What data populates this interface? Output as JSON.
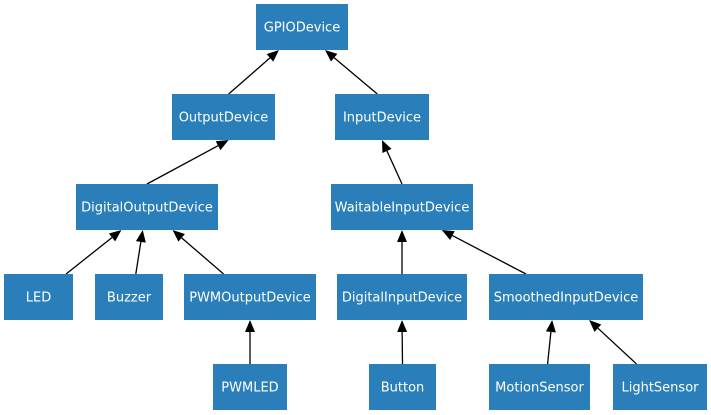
{
  "diagram": {
    "type": "class-hierarchy",
    "colors": {
      "node_fill": "#2a7fba",
      "node_text": "#ffffff",
      "edge": "#000000",
      "background": "#ffffff"
    },
    "nodes": {
      "gpio_device": "GPIODevice",
      "output_device": "OutputDevice",
      "input_device": "InputDevice",
      "digital_output_device": "DigitalOutputDevice",
      "waitable_input_device": "WaitableInputDevice",
      "led": "LED",
      "buzzer": "Buzzer",
      "pwm_output_device": "PWMOutputDevice",
      "digital_input_device": "DigitalInputDevice",
      "smoothed_input_device": "SmoothedInputDevice",
      "pwmled": "PWMLED",
      "button": "Button",
      "motion_sensor": "MotionSensor",
      "light_sensor": "LightSensor"
    },
    "edges": [
      {
        "from": "output_device",
        "to": "gpio_device"
      },
      {
        "from": "input_device",
        "to": "gpio_device"
      },
      {
        "from": "digital_output_device",
        "to": "output_device"
      },
      {
        "from": "waitable_input_device",
        "to": "input_device"
      },
      {
        "from": "led",
        "to": "digital_output_device"
      },
      {
        "from": "buzzer",
        "to": "digital_output_device"
      },
      {
        "from": "pwm_output_device",
        "to": "digital_output_device"
      },
      {
        "from": "digital_input_device",
        "to": "waitable_input_device"
      },
      {
        "from": "smoothed_input_device",
        "to": "waitable_input_device"
      },
      {
        "from": "pwmled",
        "to": "pwm_output_device"
      },
      {
        "from": "button",
        "to": "digital_input_device"
      },
      {
        "from": "motion_sensor",
        "to": "smoothed_input_device"
      },
      {
        "from": "light_sensor",
        "to": "smoothed_input_device"
      }
    ]
  }
}
